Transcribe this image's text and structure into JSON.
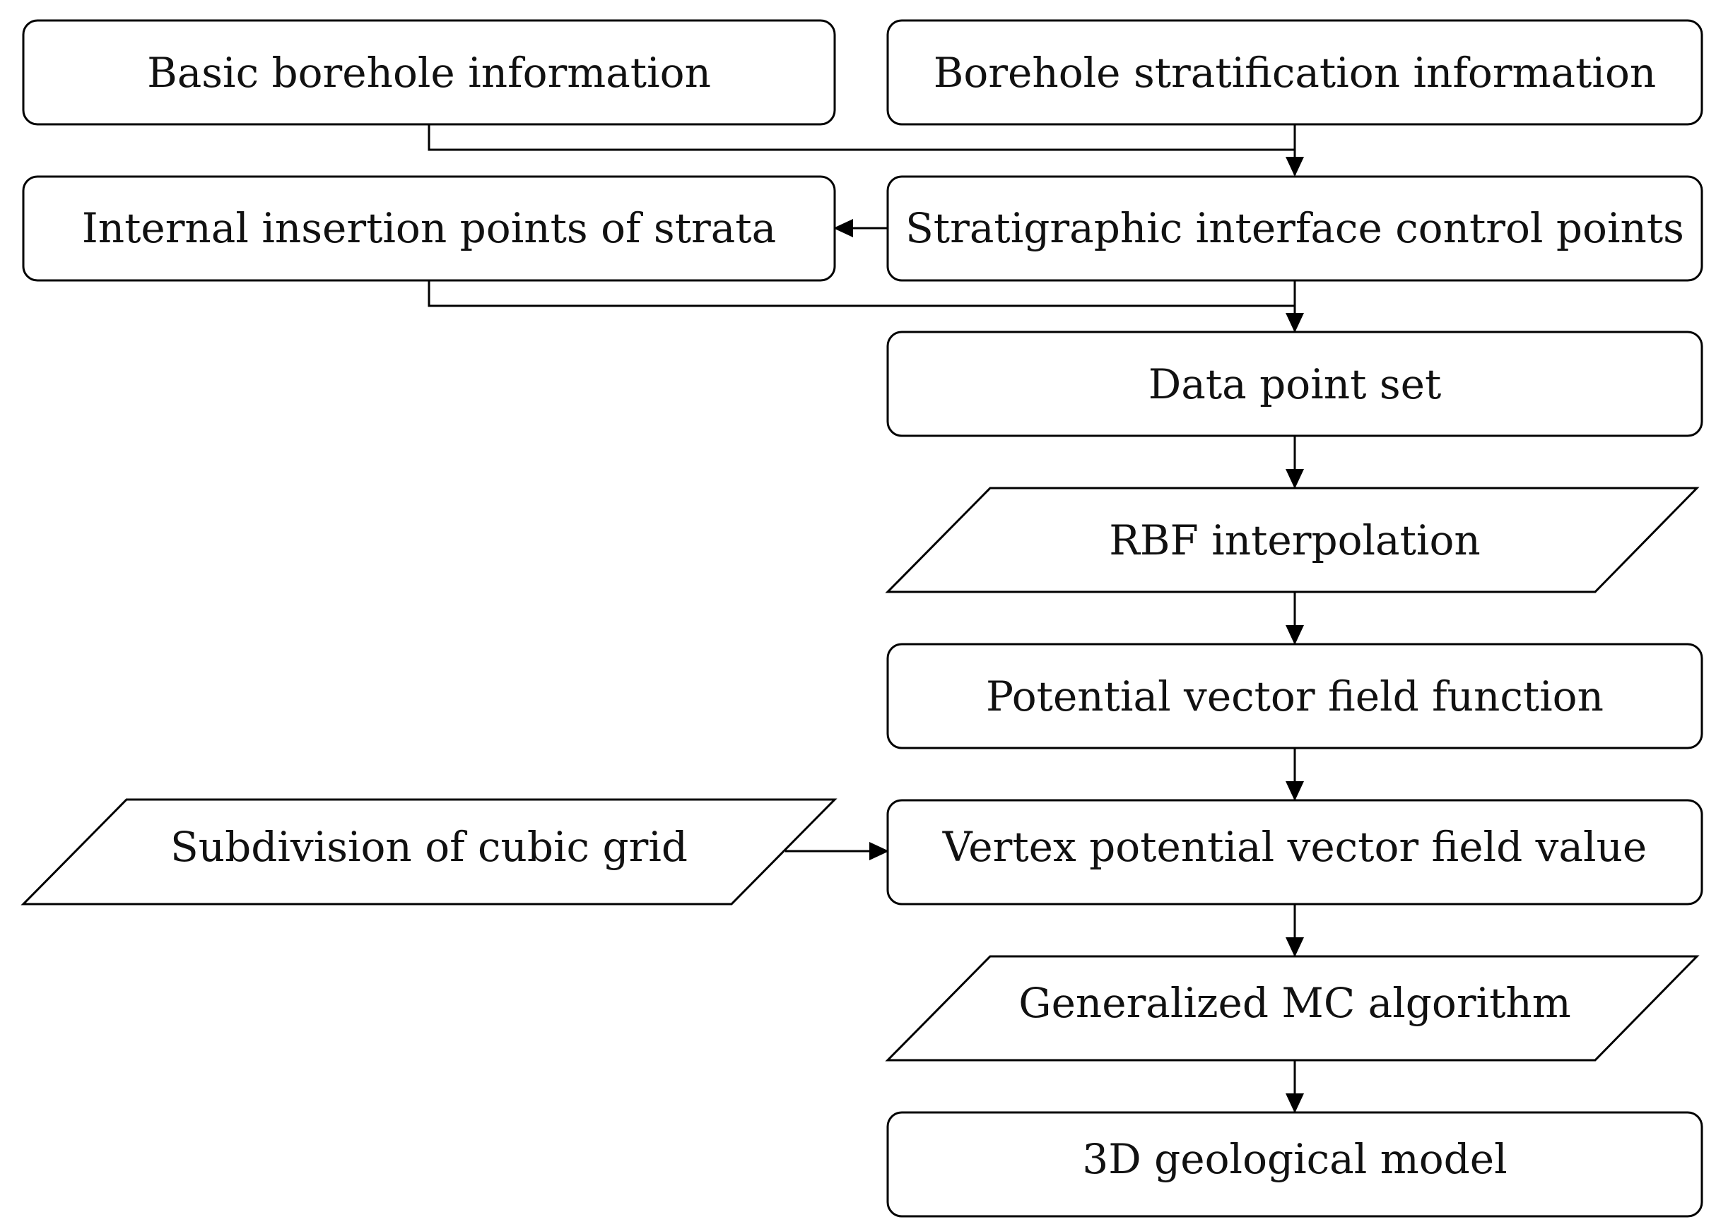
{
  "nodes": {
    "basic_borehole_info": "Basic borehole information",
    "borehole_stratification_info": "Borehole stratification information",
    "internal_insertion_points": "Internal insertion points of strata",
    "stratigraphic_interface_control_points": "Stratigraphic interface control points",
    "data_point_set": "Data point set",
    "rbf_interpolation": "RBF interpolation",
    "potential_vector_field_function": "Potential vector field function",
    "subdivision_cubic_grid": "Subdivision of cubic grid",
    "vertex_potential_vector_field_value": "Vertex potential vector field value",
    "generalized_mc_algorithm": "Generalized MC algorithm",
    "geological_model_3d": "3D geological model"
  },
  "colors": {
    "stroke": "#000000",
    "fill": "#ffffff",
    "text": "#111111"
  }
}
